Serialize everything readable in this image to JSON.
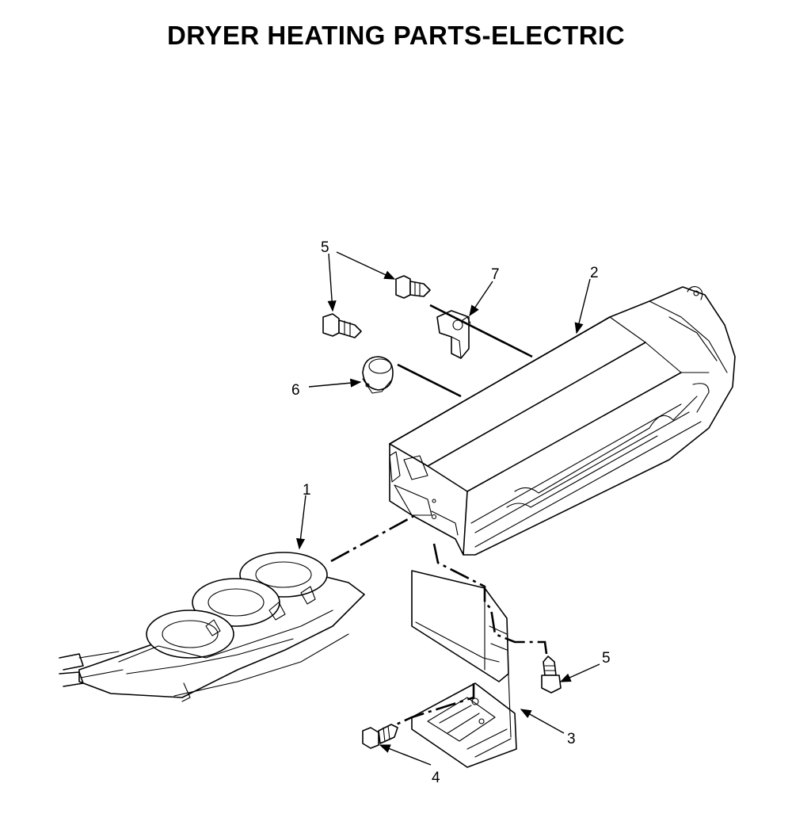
{
  "title": "DRYER HEATING PARTS-ELECTRIC",
  "callouts": [
    {
      "id": "c5a",
      "label": "5"
    },
    {
      "id": "c7",
      "label": "7"
    },
    {
      "id": "c2",
      "label": "2"
    },
    {
      "id": "c6",
      "label": "6"
    },
    {
      "id": "c1",
      "label": "1"
    },
    {
      "id": "c5b",
      "label": "5"
    },
    {
      "id": "c3",
      "label": "3"
    },
    {
      "id": "c4",
      "label": "4"
    }
  ],
  "parts": [
    {
      "ref": "1",
      "name": "heating-element"
    },
    {
      "ref": "2",
      "name": "heater-housing"
    },
    {
      "ref": "3",
      "name": "bracket"
    },
    {
      "ref": "4",
      "name": "screw"
    },
    {
      "ref": "5",
      "name": "screw"
    },
    {
      "ref": "6",
      "name": "thermostat"
    },
    {
      "ref": "7",
      "name": "thermal-fuse"
    }
  ],
  "colors": {
    "ink": "#000000",
    "paper": "#ffffff"
  }
}
